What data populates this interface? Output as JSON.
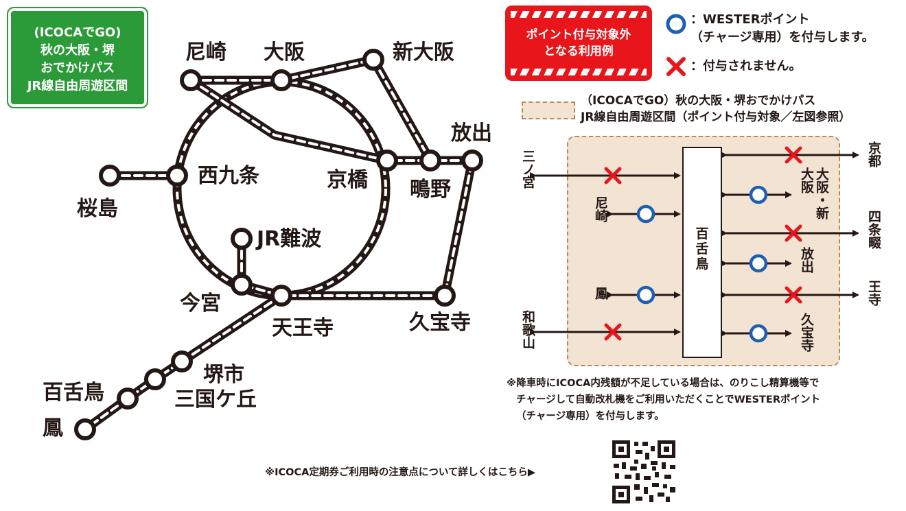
{
  "green_box": {
    "lines": [
      "(ICOCAでGO)",
      "秋の大阪・堺",
      "おでかけパス",
      "JR線自由周遊区間"
    ]
  },
  "stations": {
    "amagasaki": "尼崎",
    "osaka": "大阪",
    "shin_osaka": "新大阪",
    "hanaten": "放出",
    "nishikujo": "西九条",
    "kyobashi": "京橋",
    "shigino": "鴫野",
    "sakurajima": "桜島",
    "jr_namba": "JR難波",
    "imamiya": "今宮",
    "tennoji": "天王寺",
    "kyuhoji": "久宝寺",
    "sakaishi": "堺市",
    "mikunigaoka": "三国ケ丘",
    "mozu": "百舌鳥",
    "otori": "鳳"
  },
  "badge": {
    "lines": [
      "ポイント付与対象外",
      "となる利用例"
    ]
  },
  "legend": {
    "circle_line1": "：WESTERポイント",
    "circle_line2": "（チャージ専用）を付与します。",
    "cross_text": "：付与されません。",
    "area_line1": "（ICOCAでGO）秋の大阪・堺おでかけパス",
    "area_line2": "JR線自由周遊区間（ポイント付与対象／左図参照）"
  },
  "diagram": {
    "center": "百舌鳥",
    "left": {
      "sannomiya": "三ノ宮",
      "amagasaki": "尼崎",
      "otori": "鳳",
      "wakayama": "和歌山"
    },
    "right": {
      "kyoto": "京都",
      "osaka": "大阪・新大阪",
      "shijonawate": "四条畷",
      "hanaten": "放出",
      "oji": "王寺",
      "kyuhoji": "久宝寺"
    }
  },
  "colors": {
    "green": "#2b9a38",
    "red": "#e8161a",
    "blue": "#1f5fb0",
    "area_fill": "#f2e3d3",
    "area_border": "#b88a5a",
    "line": "#231815"
  },
  "notes": {
    "shortfall_1": "※降車時にICOCA内残額が不足している場合は、のりこし精算機等で",
    "shortfall_2": "チャージして自動改札機をご利用いただくことでWESTERポイント",
    "shortfall_3": "（チャージ専用）を付与します。",
    "commuter": "※ICOCA定期券ご利用時の注意点について詳しくはこちら▶"
  },
  "icons": [
    "circle-icon",
    "cross-icon",
    "qr-code-icon",
    "arrow-icon"
  ]
}
